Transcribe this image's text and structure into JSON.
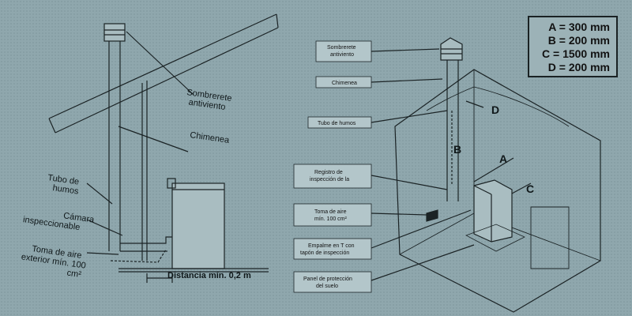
{
  "left_labels": {
    "sombrerete": [
      "Sombrerete",
      "antiviento"
    ],
    "chimenea": "Chimenea",
    "tubo": [
      "Tubo de",
      "humos"
    ],
    "camara": [
      "Cámara",
      "inspeccionable"
    ],
    "toma": [
      "Toma de aire",
      "exterior mín. 100",
      "cm²"
    ],
    "distancia": "Distancia mín. 0,2 m"
  },
  "right_labels": {
    "sombrerete": [
      "Sombrerete",
      "antiviento"
    ],
    "chimenea": "Chimenea",
    "tubo": "Tubo de humos",
    "registro": [
      "Registro de",
      "inspección de la"
    ],
    "toma": [
      "Toma de aire",
      "mín. 100 cm²"
    ],
    "empalme": [
      "Empalme en T con",
      "tapón de inspección"
    ],
    "panel": [
      "Panel de protección",
      "del suelo"
    ]
  },
  "letters": {
    "a": "A",
    "b": "B",
    "c": "C",
    "d": "D"
  },
  "legend": [
    {
      "key": "A",
      "value": "300 mm"
    },
    {
      "key": "B",
      "value": "200 mm"
    },
    {
      "key": "C",
      "value": "1500 mm"
    },
    {
      "key": "D",
      "value": "200 mm"
    }
  ]
}
